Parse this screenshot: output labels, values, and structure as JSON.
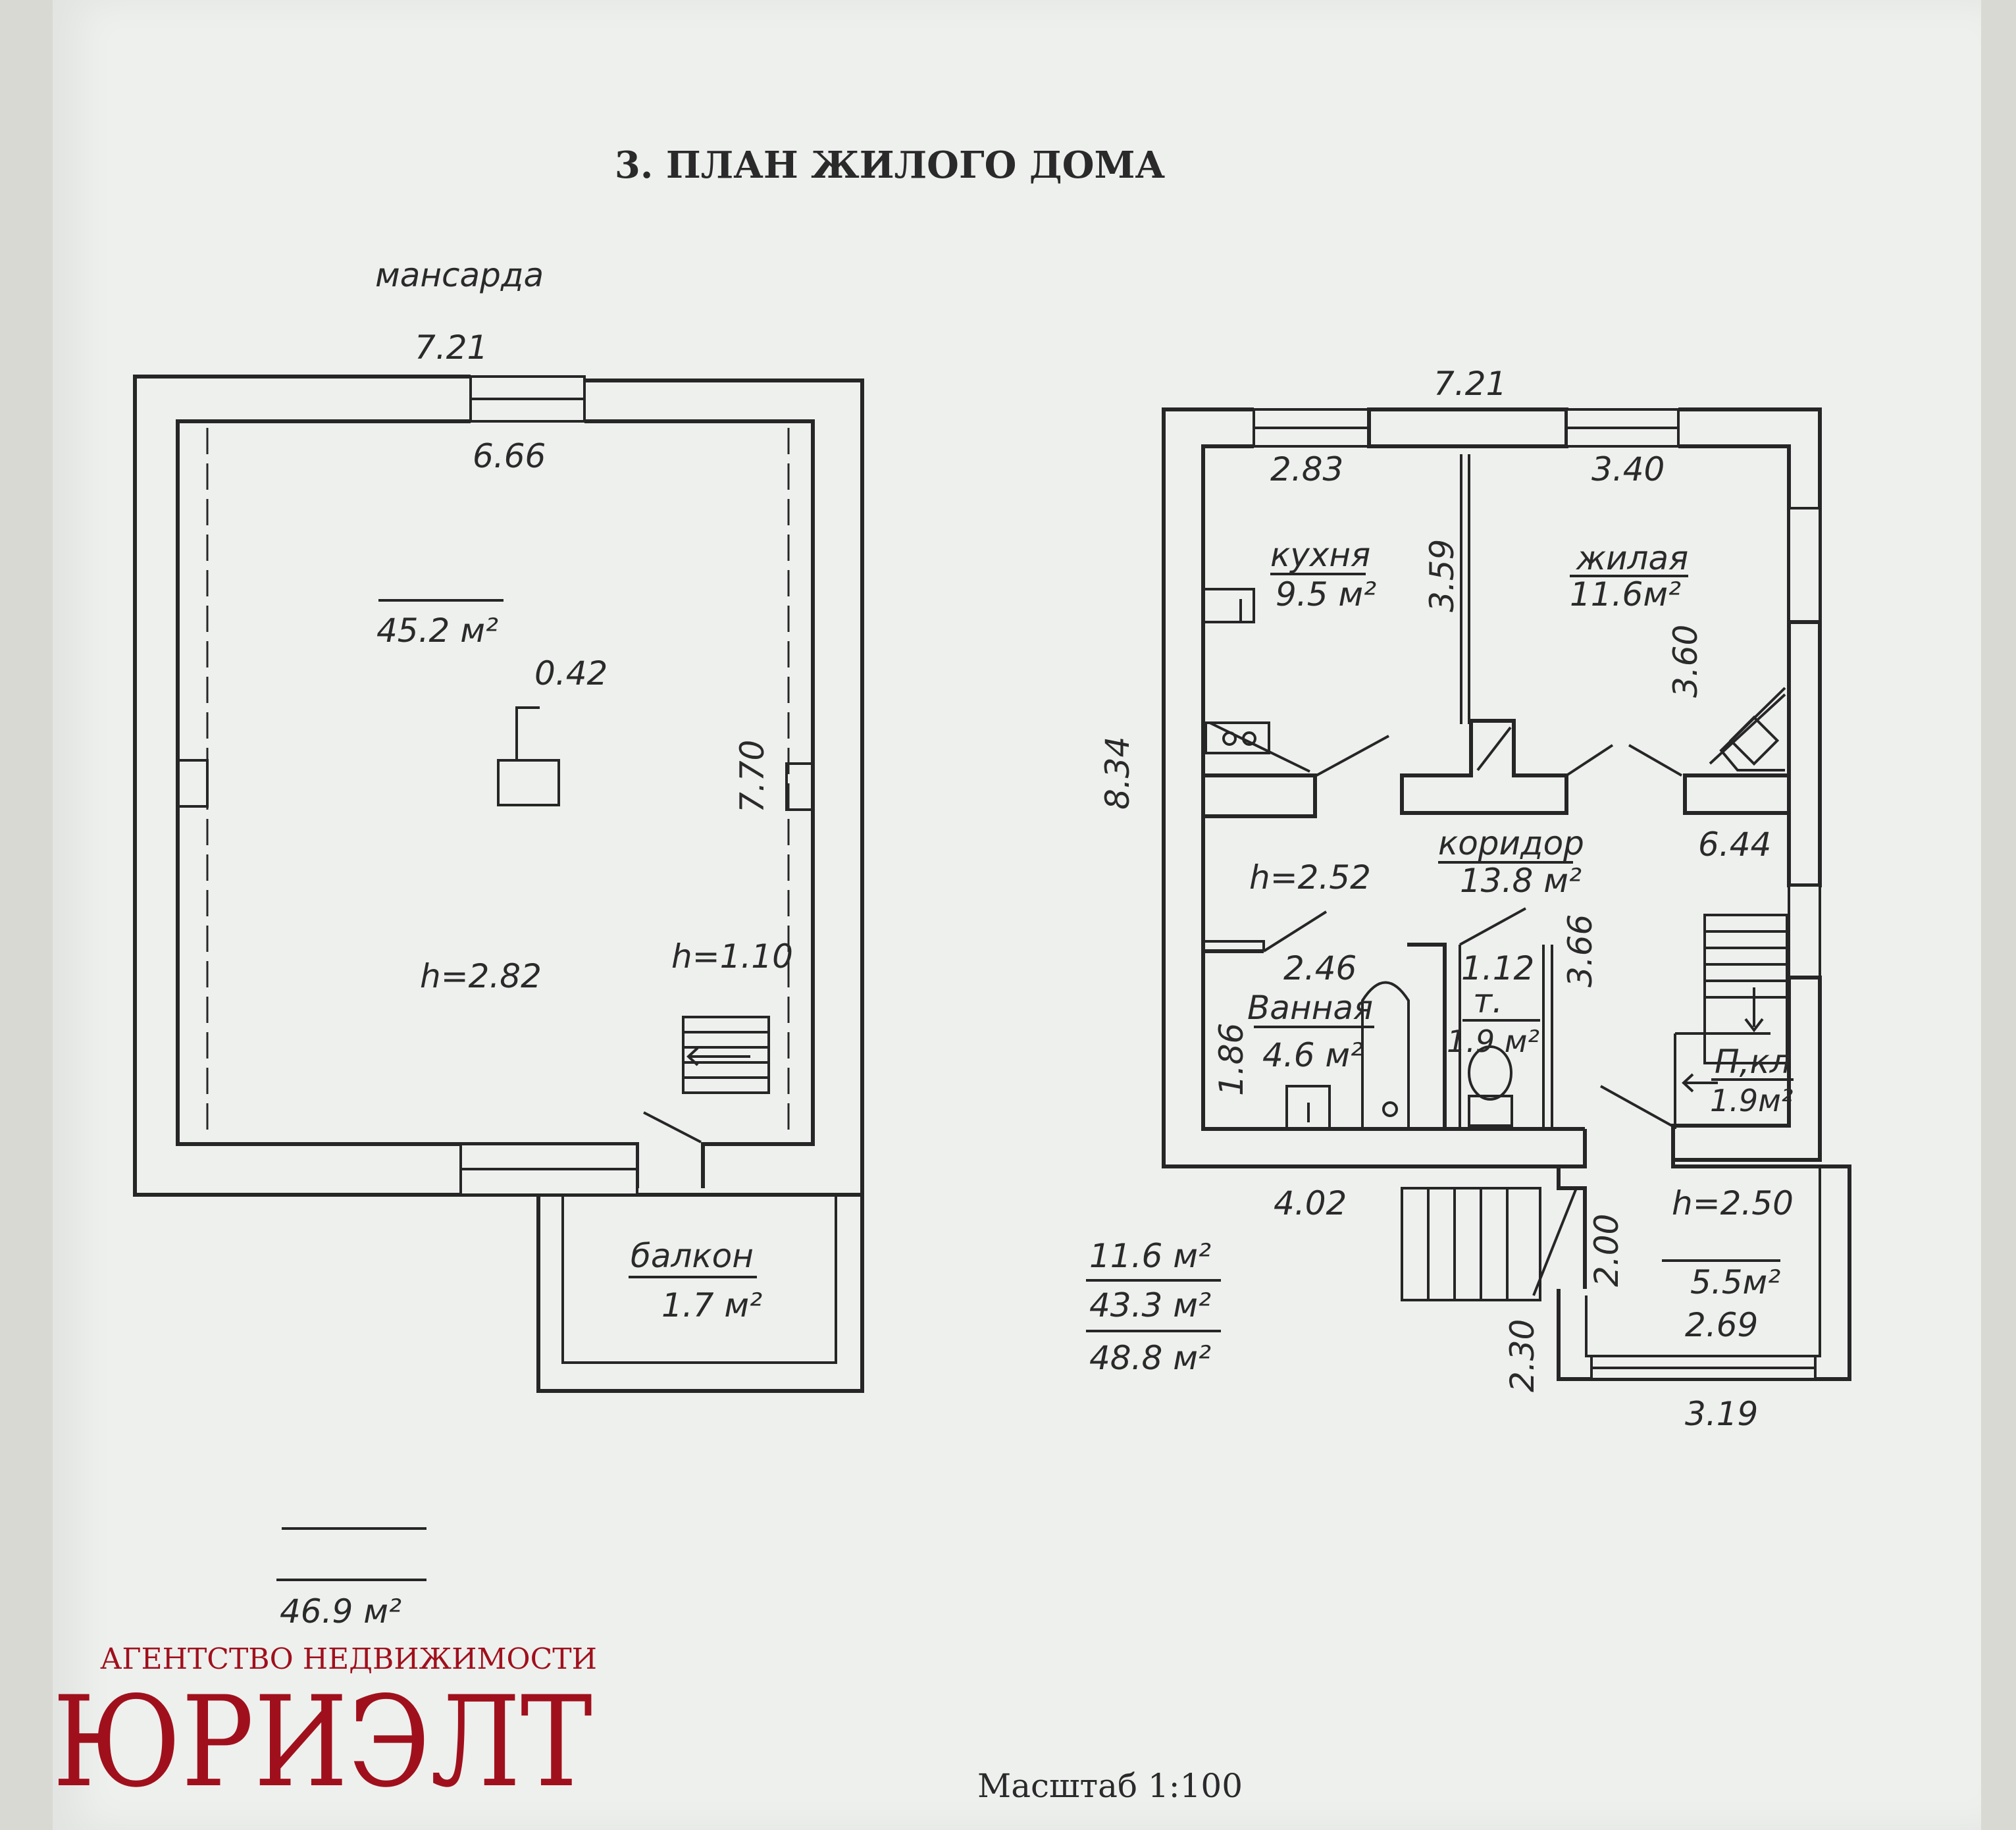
{
  "title": "3. ПЛАН ЖИЛОГО ДОМА",
  "attic": {
    "name": "мансарда",
    "width_outer": "7.21",
    "width_inner": "6.66",
    "area": "45.2 м²",
    "chimney": "0.42",
    "depth": "7.70",
    "height_main": "h=2.82",
    "height_low": "h=1.10",
    "balcony_name": "балкон",
    "balcony_area": "1.7 м²",
    "total_area": "46.9 м²"
  },
  "ground": {
    "width_outer": "7.21",
    "depth": "8.34",
    "kitchen": {
      "name": "кухня",
      "area": "9.5 м²",
      "width": "2.83",
      "depth": "3.59"
    },
    "living": {
      "name": "жилая",
      "area": "11.6м²",
      "width": "3.40",
      "depth": "3.60"
    },
    "corridor": {
      "name": "коридор",
      "area": "13.8 м²",
      "height": "h=2.52",
      "length": "6.44"
    },
    "bathroom": {
      "name": "Ванная",
      "area": "4.6 м²",
      "width": "2.46",
      "depth": "1.86"
    },
    "toilet": {
      "name": "т.",
      "area": "1.9 м²",
      "width": "1.12",
      "depth": "3.66"
    },
    "pantry": {
      "name": "П,кл",
      "area": "1.9м²"
    },
    "veranda": {
      "area": "5.5м²",
      "height": "h=2.50",
      "width": "2.69",
      "depth": "2.00",
      "outer_width": "3.19",
      "outer_depth": "2.30"
    },
    "front_width": "4.02"
  },
  "summary": {
    "living_area": "11.6 м²",
    "usable_area": "43.3 м²",
    "total_area": "48.8 м²"
  },
  "scale_text": "Масштаб 1:100",
  "agency": {
    "line1": "АГЕНТСТВО НЕДВИЖИМОСТИ",
    "name": "ЮРИЭЛТ"
  },
  "colors": {
    "agency": "#a0101c",
    "ink": "#262626",
    "paper": "#eef0ee"
  }
}
